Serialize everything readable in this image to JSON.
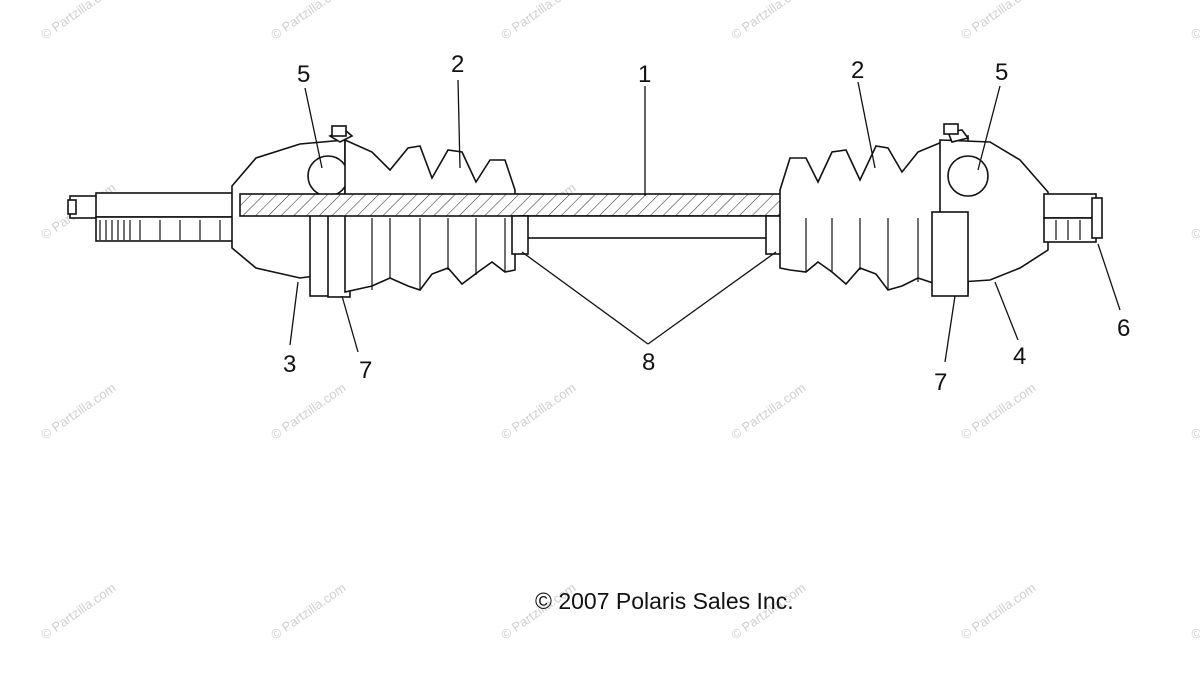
{
  "diagram": {
    "callouts": [
      "1",
      "2",
      "2",
      "3",
      "4",
      "5",
      "5",
      "6",
      "7",
      "7",
      "8"
    ]
  },
  "watermark": "© Partzilla.com",
  "copyright": "© 2007 Polaris Sales Inc."
}
